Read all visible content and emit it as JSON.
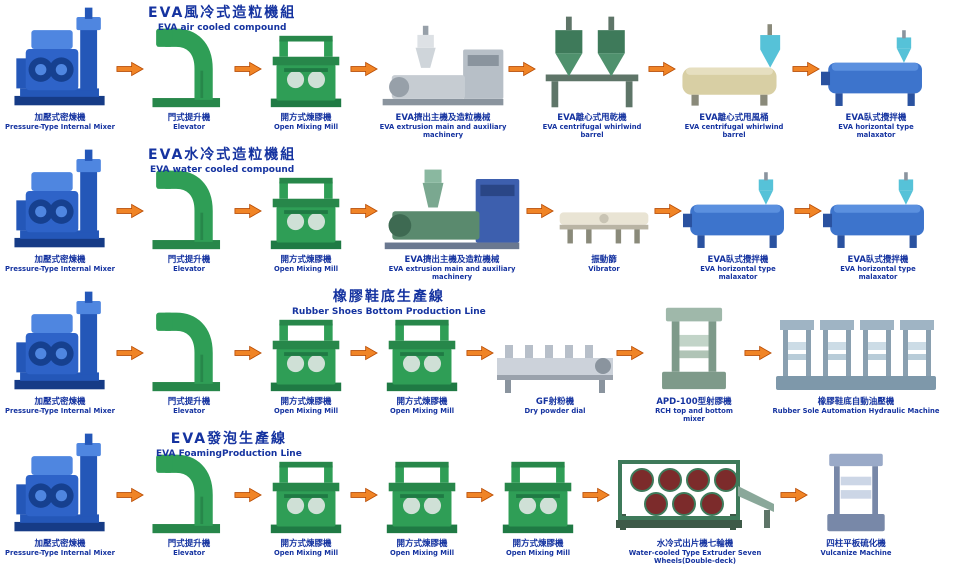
{
  "page": {
    "background": "#ffffff",
    "text_blue": "#1533a0",
    "arrow_color": "#f08426",
    "machine_green": "#2f9e56",
    "machine_blue": "#2e63c8"
  },
  "diagram": {
    "rows": [
      {
        "title_zh": "EVA風冷式造粒機組",
        "title_en": "EVA air cooled compound",
        "machines": [
          {
            "type": "mixer",
            "label_zh": "加壓式密煉機",
            "label_en": "Pressure-Type Internal Mixer"
          },
          {
            "type": "elevator",
            "label_zh": "門式提升機",
            "label_en": "Elevator"
          },
          {
            "type": "mill",
            "label_zh": "開方式煉膠機",
            "label_en": "Open Mixing Mill"
          },
          {
            "type": "extruder",
            "label_zh": "EVA擠出主機及造粒機械",
            "label_en": "EVA extrusion main and auxiliary machinery"
          },
          {
            "type": "cyclone-pair",
            "label_zh": "EVA離心式甩乾機",
            "label_en": "EVA centrifugal whirlwind barrel"
          },
          {
            "type": "whirl-barrel",
            "label_zh": "EVA離心式甩風桶",
            "label_en": "EVA centrifugal whirlwind barrel"
          },
          {
            "type": "horizontal-mixer",
            "label_zh": "EVA臥式攪拌機",
            "label_en": "EVA horizontal type malaxator"
          }
        ]
      },
      {
        "title_zh": "EVA水冷式造粒機組",
        "title_en": "EVA water cooled compound",
        "machines": [
          {
            "type": "mixer",
            "label_zh": "加壓式密煉機",
            "label_en": "Pressure-Type Internal Mixer"
          },
          {
            "type": "elevator",
            "label_zh": "門式提升機",
            "label_en": "Elevator"
          },
          {
            "type": "mill",
            "label_zh": "開方式煉膠機",
            "label_en": "Open Mixing Mill"
          },
          {
            "type": "extruder-blue",
            "label_zh": "EVA擠出主機及造粒機械",
            "label_en": "EVA extrusion main and auxiliary machinery"
          },
          {
            "type": "vibrator",
            "label_zh": "振動篩",
            "label_en": "Vibrator"
          },
          {
            "type": "horizontal-mixer",
            "label_zh": "EVA臥式攪拌機",
            "label_en": "EVA horizontal type malaxator"
          },
          {
            "type": "horizontal-mixer",
            "label_zh": "EVA臥式攪拌機",
            "label_en": "EVA horizontal type malaxator"
          }
        ]
      },
      {
        "title_zh": "橡膠鞋底生產線",
        "title_en": "Rubber Shoes Bottom Production Line",
        "machines": [
          {
            "type": "mixer",
            "label_zh": "加壓式密煉機",
            "label_en": "Pressure-Type Internal Mixer"
          },
          {
            "type": "elevator",
            "label_zh": "門式提升機",
            "label_en": "Elevator"
          },
          {
            "type": "mill",
            "label_zh": "開方式煉膠機",
            "label_en": "Open Mixing Mill"
          },
          {
            "type": "mill",
            "label_zh": "開方式煉膠機",
            "label_en": "Open Mixing Mill"
          },
          {
            "type": "powder",
            "label_zh": "GF射粉機",
            "label_en": "Dry powder dial"
          },
          {
            "type": "press",
            "label_zh": "APD-100型射膠機",
            "label_en": "RCH top and bottom mixer"
          },
          {
            "type": "hydraulic",
            "label_zh": "橡膠鞋底自動油壓機",
            "label_en": "Rubber Sole Automation Hydraulic Machine"
          }
        ]
      },
      {
        "title_zh": "EVA發泡生產線",
        "title_en": "EVA FoamingProduction Line",
        "machines": [
          {
            "type": "mixer",
            "label_zh": "加壓式密煉機",
            "label_en": "Pressure-Type Internal Mixer"
          },
          {
            "type": "elevator",
            "label_zh": "門式提升機",
            "label_en": "Elevator"
          },
          {
            "type": "mill",
            "label_zh": "開方式煉膠機",
            "label_en": "Open Mixing Mill"
          },
          {
            "type": "mill",
            "label_zh": "開方式煉膠機",
            "label_en": "Open Mixing Mill"
          },
          {
            "type": "mill",
            "label_zh": "開方式煉膠機",
            "label_en": "Open Mixing Mill"
          },
          {
            "type": "seven-wheel",
            "label_zh": "水冷式出片機七輪機",
            "label_en": "Water-cooled Type Extruder Seven Wheels(Double-deck)"
          },
          {
            "type": "vulcanizer",
            "label_zh": "四柱平板硫化機",
            "label_en": "Vulcanize Machine"
          }
        ]
      }
    ]
  }
}
